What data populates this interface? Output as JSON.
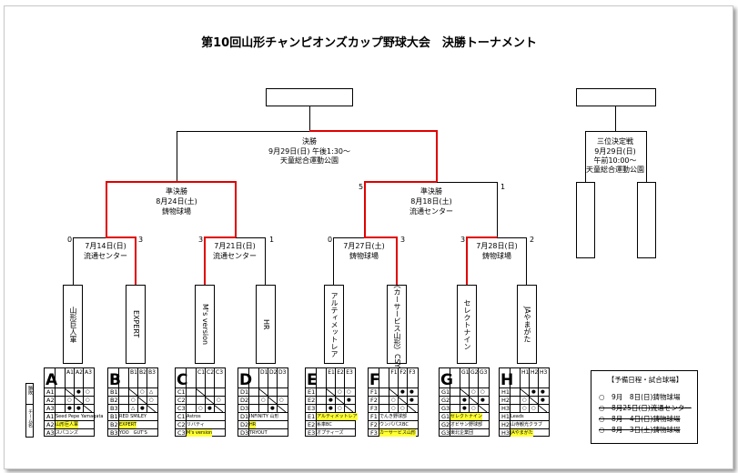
{
  "title": "第10回山形チャンピオンズカップ野球大会　決勝トーナメント",
  "final": {
    "label": "決勝",
    "date": "9月29日(日) 午後1:30～",
    "venue": "天童総合運動公園"
  },
  "third_place": {
    "label": "三位決定戦",
    "date": "9月29日(日)",
    "time": "午前10:00～",
    "venue": "天童総合運動公園"
  },
  "semis": [
    {
      "label": "準決勝",
      "date": "8月24日(土)",
      "venue": "鋳物球場",
      "score_left": "",
      "score_right": ""
    },
    {
      "label": "準決勝",
      "date": "8月18日(土)",
      "venue": "流通センター",
      "score_left": "5",
      "score_right": "1"
    }
  ],
  "quarters": [
    {
      "date": "7月14日(日)",
      "venue": "流通センター",
      "score_left": "0",
      "score_right": "3"
    },
    {
      "date": "7月21日(日)",
      "venue": "流通センター",
      "score_left": "3",
      "score_right": "1"
    },
    {
      "date": "7月27日(土)",
      "venue": "鋳物球場",
      "score_left": "0",
      "score_right": "3"
    },
    {
      "date": "7月28日(日)",
      "venue": "鋳物球場",
      "score_left": "3",
      "score_right": "2"
    }
  ],
  "teams": [
    "山形巨人軍",
    "EXPERT",
    "M's version",
    "HR",
    "アルティメットレア",
    "（カーサービス山形）CSY",
    "セレクトナイン",
    "JAやまがた"
  ],
  "side_label": {
    "top": "勝敗",
    "bottom": "チーム名"
  },
  "groups": [
    {
      "letter": "A",
      "cols": [
        "A1",
        "A2",
        "A3"
      ],
      "rows": [
        {
          "id": "A1",
          "c": [
            "",
            "●",
            "○"
          ],
          "cn": "",
          "team": ""
        },
        {
          "id": "A2",
          "c": [
            "○",
            "",
            "○"
          ],
          "cn": "",
          "team": ""
        },
        {
          "id": "A3",
          "c": [
            "●",
            "●",
            ""
          ],
          "cn": "",
          "team": ""
        },
        {
          "id": "A1",
          "team": "Seed Pepe Yamagata",
          "hl": false
        },
        {
          "id": "A2",
          "team": "山形巨人軍",
          "hl": true
        },
        {
          "id": "A3",
          "team": "スパコンズ",
          "hl": false
        }
      ]
    },
    {
      "letter": "B",
      "cols": [
        "B1",
        "B2",
        "B3"
      ],
      "rows": [
        {
          "id": "B1",
          "c": [
            "",
            "○",
            "△"
          ],
          "team": ""
        },
        {
          "id": "B2",
          "c": [
            "○",
            "",
            "○"
          ],
          "team": ""
        },
        {
          "id": "B3",
          "c": [
            "△",
            "●",
            ""
          ],
          "team": ""
        },
        {
          "id": "B1",
          "team": "RED SMILEY",
          "hl": false
        },
        {
          "id": "B2",
          "team": "EXPERT",
          "hl": true
        },
        {
          "id": "B3",
          "team": "YOO　GUT'S",
          "hl": false
        }
      ]
    },
    {
      "letter": "C",
      "cols": [
        "C1",
        "C2",
        "C3"
      ],
      "rows": [
        {
          "id": "C1",
          "c": [
            "",
            "",
            ""
          ],
          "team": ""
        },
        {
          "id": "C2",
          "c": [
            "",
            "",
            "○"
          ],
          "team": ""
        },
        {
          "id": "C3",
          "c": [
            "○",
            "●",
            ""
          ],
          "team": ""
        },
        {
          "id": "C1",
          "team": "Astros",
          "hl": false
        },
        {
          "id": "C2",
          "team": "リバティ",
          "hl": false
        },
        {
          "id": "C3",
          "team": "M's version",
          "hl": true
        }
      ]
    },
    {
      "letter": "D",
      "cols": [
        "D1",
        "D2",
        "D3"
      ],
      "rows": [
        {
          "id": "D1",
          "c": [
            "",
            "",
            ""
          ],
          "team": ""
        },
        {
          "id": "D2",
          "c": [
            "○",
            "",
            "○"
          ],
          "team": ""
        },
        {
          "id": "D3",
          "c": [
            "",
            "●",
            ""
          ],
          "team": ""
        },
        {
          "id": "D1",
          "team": "INFINITY 山形",
          "hl": false
        },
        {
          "id": "D2",
          "team": "HR",
          "hl": true
        },
        {
          "id": "D3",
          "team": "TRYOUT",
          "hl": false
        }
      ]
    },
    {
      "letter": "E",
      "cols": [
        "E1",
        "E2",
        "E3"
      ],
      "rows": [
        {
          "id": "E1",
          "c": [
            "",
            "○",
            "○"
          ],
          "team": ""
        },
        {
          "id": "E2",
          "c": [
            "●",
            "",
            "●"
          ],
          "team": ""
        },
        {
          "id": "E3",
          "c": [
            "●",
            "○",
            ""
          ],
          "team": ""
        },
        {
          "id": "E1",
          "team": "アルティメットレア",
          "hl": true
        },
        {
          "id": "E2",
          "team": "糸車BC",
          "hl": false
        },
        {
          "id": "E3",
          "team": "オプティーズ",
          "hl": false
        }
      ]
    },
    {
      "letter": "F",
      "cols": [
        "F1",
        "F2",
        "F3"
      ],
      "rows": [
        {
          "id": "F1",
          "c": [
            "",
            "●",
            "●"
          ],
          "team": ""
        },
        {
          "id": "F2",
          "c": [
            "○",
            "",
            "●"
          ],
          "team": ""
        },
        {
          "id": "F3",
          "c": [
            "○",
            "○",
            ""
          ],
          "team": ""
        },
        {
          "id": "F1",
          "team": "でんき野球部",
          "hl": false
        },
        {
          "id": "F2",
          "team": "ウンパパスBC",
          "hl": false
        },
        {
          "id": "F3",
          "team": "カーサービス山形",
          "hl": true
        }
      ]
    },
    {
      "letter": "G",
      "cols": [
        "G1",
        "G2",
        "G3"
      ],
      "rows": [
        {
          "id": "G1",
          "c": [
            "",
            "○",
            "○"
          ],
          "team": ""
        },
        {
          "id": "G2",
          "c": [
            "●",
            "",
            "●"
          ],
          "team": ""
        },
        {
          "id": "G3",
          "c": [
            "●",
            "○",
            ""
          ],
          "team": ""
        },
        {
          "id": "G1",
          "team": "セレクトナイン",
          "hl": true
        },
        {
          "id": "G2",
          "team": "オビサン野球部",
          "hl": false
        },
        {
          "id": "G3",
          "team": "東北企業団",
          "hl": false
        }
      ]
    },
    {
      "letter": "H",
      "cols": [
        "H1",
        "H2",
        "H3"
      ],
      "rows": [
        {
          "id": "H1",
          "c": [
            "",
            "●",
            "●"
          ],
          "team": ""
        },
        {
          "id": "H2",
          "c": [
            "○",
            "",
            "●"
          ],
          "team": ""
        },
        {
          "id": "H3",
          "c": [
            "○",
            "○",
            ""
          ],
          "team": ""
        },
        {
          "id": "H1",
          "team": "Leads",
          "hl": false
        },
        {
          "id": "H2",
          "team": "山寺観光クラブ",
          "hl": false
        },
        {
          "id": "H3",
          "team": "JAやまがた",
          "hl": true
        }
      ]
    }
  ],
  "schedule": {
    "title": "【予備日程・試合球場】",
    "items": [
      {
        "text": "○　9月　8日(日)鋳物球場",
        "strike": false
      },
      {
        "text": "○　8月25日(日)流通センター",
        "strike": true
      },
      {
        "text": "○　8月　4日(日)鋳物球場",
        "strike": true
      },
      {
        "text": "○　8月　3日(土)鋳物球場",
        "strike": true
      }
    ]
  },
  "colors": {
    "win_line": "#e00000",
    "highlight": "#ffff33"
  }
}
